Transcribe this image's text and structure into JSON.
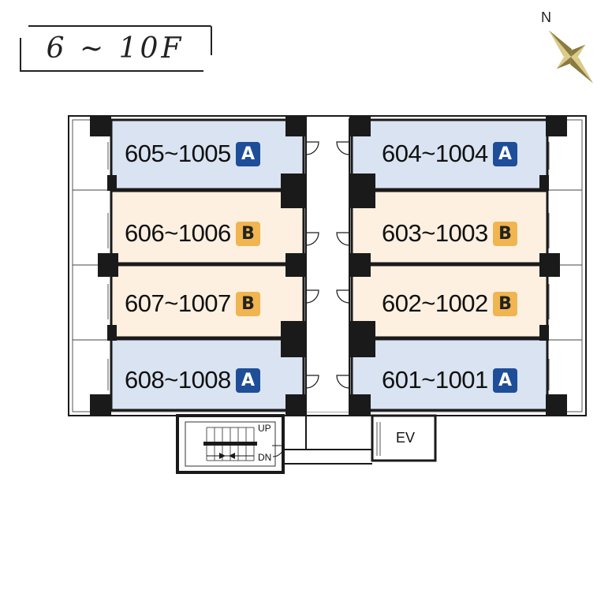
{
  "floor_label": "6 ~ 10F",
  "compass": {
    "north_label": "N",
    "icon": "compass-rose-icon"
  },
  "colors": {
    "type_a_fill": "#d9e3f1",
    "type_b_fill": "#fdf0e1",
    "badge_a": "#1f4e99",
    "badge_b": "#f0b550",
    "wall": "#1a1a1a",
    "compass_gold": "#8b7a3e"
  },
  "units": {
    "u605": {
      "label": "605~1005",
      "type": "A"
    },
    "u606": {
      "label": "606~1006",
      "type": "B"
    },
    "u607": {
      "label": "607~1007",
      "type": "B"
    },
    "u608": {
      "label": "608~1008",
      "type": "A"
    },
    "u604": {
      "label": "604~1004",
      "type": "A"
    },
    "u603": {
      "label": "603~1003",
      "type": "B"
    },
    "u602": {
      "label": "602~1002",
      "type": "B"
    },
    "u601": {
      "label": "601~1001",
      "type": "A"
    }
  },
  "stair": {
    "up_label": "UP",
    "down_label": "DN"
  },
  "elevator": {
    "label": "EV"
  }
}
